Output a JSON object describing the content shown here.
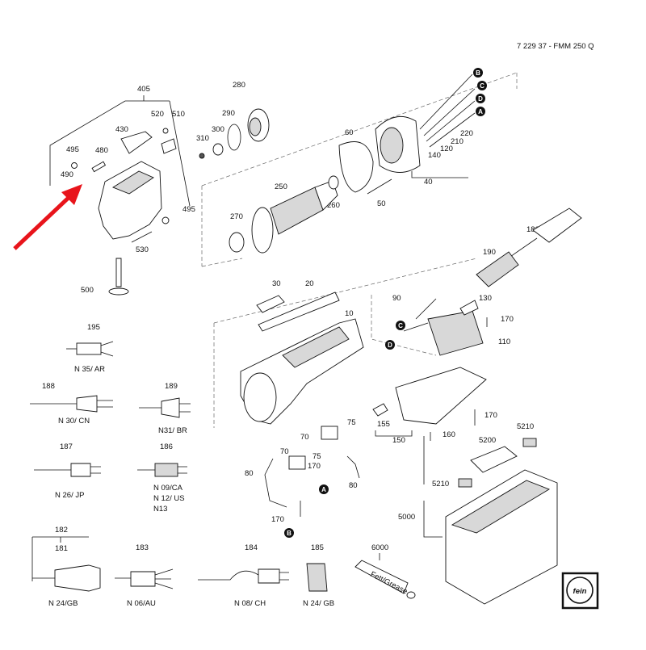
{
  "header": {
    "model": "7 229 37 - FMM 250 Q"
  },
  "part_numbers": {
    "p405": "405",
    "p520": "520",
    "p510": "510",
    "p430": "430",
    "p495a": "495",
    "p480": "480",
    "p490": "490",
    "p495b": "495",
    "p530": "530",
    "p500": "500",
    "p280": "280",
    "p290": "290",
    "p300": "300",
    "p310": "310",
    "p250": "250",
    "p270": "270",
    "p260": "260",
    "p60": "60",
    "p50": "50",
    "p220": "220",
    "p210": "210",
    "p120": "120",
    "p140": "140",
    "p40": "40",
    "p180": "180",
    "p190": "190",
    "p30": "30",
    "p20": "20",
    "p10": "10",
    "p90": "90",
    "p130": "130",
    "p170a": "170",
    "p110": "110",
    "p75a": "75",
    "p70a": "70",
    "p75b": "75",
    "p70b": "70",
    "p170b": "170",
    "p80a": "80",
    "p80b": "80",
    "p170c": "170",
    "p155": "155",
    "p150": "150",
    "p160": "160",
    "p170d": "170",
    "p5210a": "5210",
    "p5200": "5200",
    "p5210b": "5210",
    "p5000": "5000",
    "p195": "195",
    "p188": "188",
    "p189": "189",
    "p187": "187",
    "p186": "186",
    "p182": "182",
    "p181": "181",
    "p183": "183",
    "p184": "184",
    "p185": "185",
    "p6000": "6000"
  },
  "plug_labels": {
    "l195": "N 35/ AR",
    "l188": "N 30/ CN",
    "l189": "N31/ BR",
    "l187": "N 26/ JP",
    "l186a": "N 09/CA",
    "l186b": "N 12/ US",
    "l186c": "N13",
    "l181": "N 24/GB",
    "l183": "N 06/AU",
    "l184": "N 08/ CH",
    "l185": "N 24/ GB"
  },
  "badges": {
    "a": "A",
    "b": "B",
    "c": "C",
    "d": "D"
  },
  "tube_text": "Fett/Grease",
  "logo_text": "fein",
  "colors": {
    "arrow": "#e8141b",
    "ink": "#111111"
  }
}
